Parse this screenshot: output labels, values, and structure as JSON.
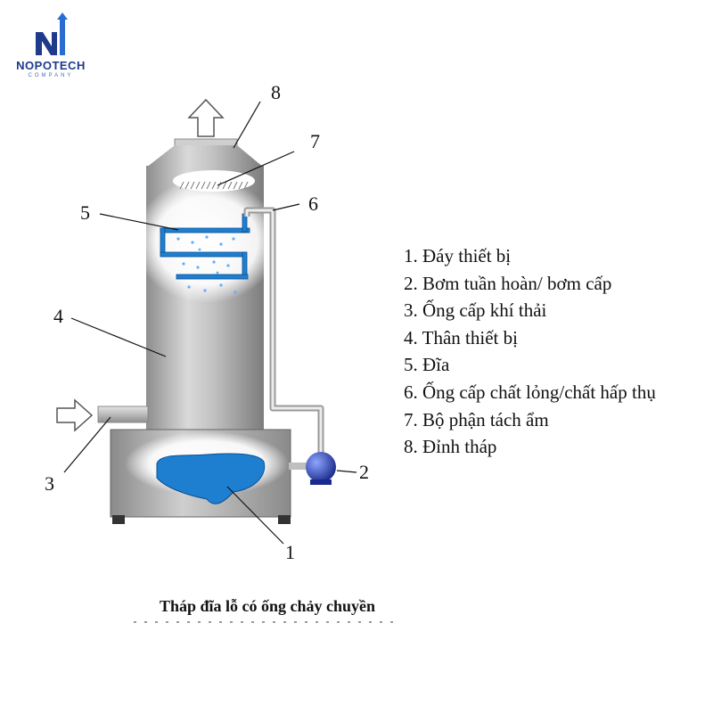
{
  "logo": {
    "name": "NOPOTECH",
    "sub": "COMPANY"
  },
  "callouts": [
    "8",
    "7",
    "6",
    "5",
    "4",
    "3",
    "2",
    "1"
  ],
  "legend": [
    "1. Đáy thiết bị",
    "2. Bơm tuần hoàn/ bơm cấp",
    "3. Ống cấp khí thải",
    "4. Thân thiết bị",
    "5. Đĩa",
    "6. Ống cấp chất lỏng/chất hấp thụ",
    "7. Bộ phận tách ẩm",
    "8. Đỉnh tháp"
  ],
  "caption": "Tháp đĩa lỗ có ống chảy chuyền",
  "colors": {
    "brand": "#1f3a8a",
    "liquid": "#1e7fd0",
    "shell": "#a9a9a9"
  }
}
